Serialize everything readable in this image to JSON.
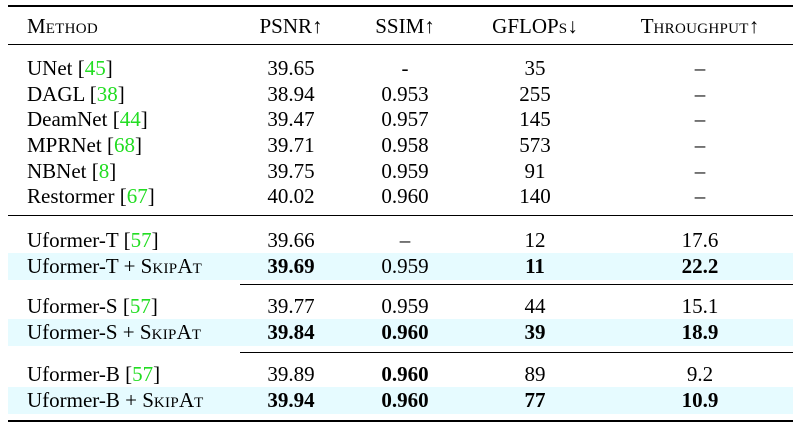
{
  "header": {
    "method": [
      "M",
      "ETHOD"
    ],
    "psnr": "PSNR↑",
    "ssim": "SSIM↑",
    "gflops": [
      "GFLOP",
      "S",
      "↓"
    ],
    "throughput": [
      "T",
      "HROUGHPUT",
      "↑"
    ]
  },
  "rows": [
    {
      "name": "UNet",
      "cite": "45",
      "psnr": "39.65",
      "ssim": "-",
      "gflops": "35",
      "throughput": "–"
    },
    {
      "name": "DAGL",
      "cite": "38",
      "psnr": "38.94",
      "ssim": "0.953",
      "gflops": "255",
      "throughput": "–"
    },
    {
      "name": "DeamNet",
      "cite": "44",
      "psnr": "39.47",
      "ssim": "0.957",
      "gflops": "145",
      "throughput": "–"
    },
    {
      "name": "MPRNet",
      "cite": "68",
      "psnr": "39.71",
      "ssim": "0.958",
      "gflops": "573",
      "throughput": "–"
    },
    {
      "name": "NBNet",
      "cite": "8",
      "psnr": "39.75",
      "ssim": "0.959",
      "gflops": "91",
      "throughput": "–"
    },
    {
      "name": "Restormer",
      "cite": "67",
      "psnr": "40.02",
      "ssim": "0.960",
      "gflops": "140",
      "throughput": "–"
    },
    {
      "name": "Uformer-T",
      "cite": "57",
      "psnr": "39.66",
      "ssim": "–",
      "gflops": "12",
      "throughput": "17.6"
    },
    {
      "name": "Uformer-T + ",
      "skip": [
        "S",
        "KIP",
        "A",
        "T"
      ],
      "psnr": "39.69",
      "ssim": "0.959",
      "gflops": "11",
      "throughput": "22.2"
    },
    {
      "name": "Uformer-S",
      "cite": "57",
      "psnr": "39.77",
      "ssim": "0.959",
      "gflops": "44",
      "throughput": "15.1"
    },
    {
      "name": "Uformer-S + ",
      "skip": [
        "S",
        "KIP",
        "A",
        "T"
      ],
      "psnr": "39.84",
      "ssim": "0.960",
      "gflops": "39",
      "throughput": "18.9"
    },
    {
      "name": "Uformer-B",
      "cite": "57",
      "psnr": "39.89",
      "ssim": "0.960",
      "gflops": "89",
      "throughput": "9.2"
    },
    {
      "name": "Uformer-B + ",
      "skip": [
        "S",
        "KIP",
        "A",
        "T"
      ],
      "psnr": "39.94",
      "ssim": "0.960",
      "gflops": "77",
      "throughput": "10.9"
    }
  ]
}
